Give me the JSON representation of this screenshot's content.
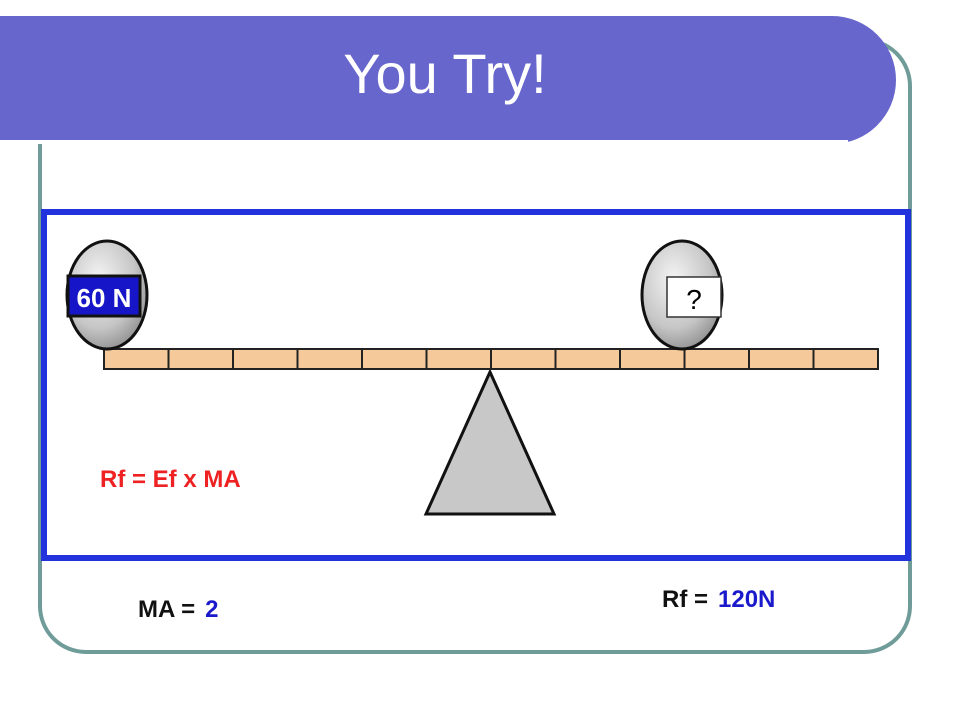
{
  "title": "You Try!",
  "diagram": {
    "left_weight_label": "60 N",
    "right_weight_label": "?",
    "formula": "Rf = Ef x MA"
  },
  "answers": {
    "ma_label": "MA =",
    "ma_value": "2",
    "rf_label": "Rf =",
    "rf_value": "120N"
  },
  "colors": {
    "header": "#6666cc",
    "panel_border": "#2233dd",
    "formula": "#ee2222",
    "value": "#1a1acc",
    "plank": "#f6c99a",
    "fulcrum": "#c8c8c8"
  }
}
